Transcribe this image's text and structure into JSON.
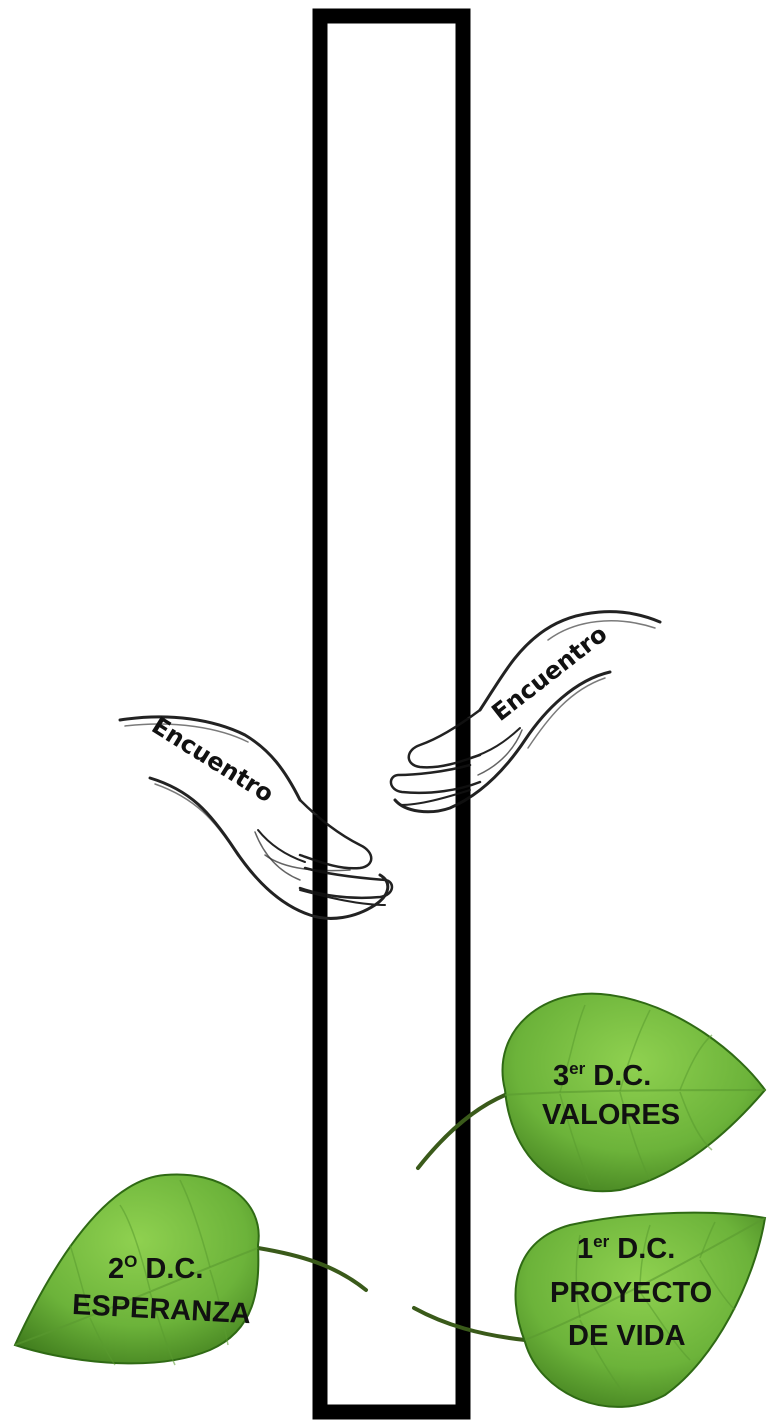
{
  "colors": {
    "pole_stroke": "#000000",
    "leaf_light": "#7cc043",
    "leaf_dark": "#3f7f1c",
    "leaf_vein": "#5a9a30",
    "stem": "#3a5a1a",
    "hand_stroke": "#222222"
  },
  "hands": {
    "left_label": "Encuentro",
    "right_label": "Encuentro"
  },
  "leaves": [
    {
      "id": "third",
      "num": "3",
      "sup": "er",
      "title": " D.C.",
      "line2": "VALORES",
      "line3": ""
    },
    {
      "id": "second",
      "num": "2",
      "sup": "O",
      "title": " D.C.",
      "line2": "ESPERANZA",
      "line3": ""
    },
    {
      "id": "first",
      "num": "1",
      "sup": "er",
      "title": " D.C.",
      "line2": "PROYECTO",
      "line3": "DE VIDA"
    }
  ]
}
